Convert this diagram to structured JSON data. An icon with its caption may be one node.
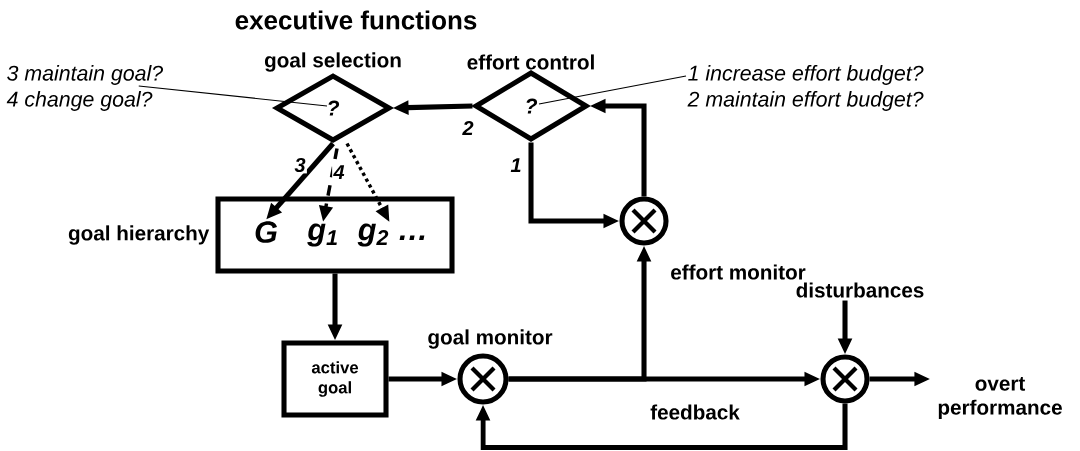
{
  "diagram": {
    "title": "executive functions",
    "nodes": [
      {
        "text": [
          "goal selection",
          "?"
        ]
      },
      {
        "text": [
          "effort control",
          "?"
        ]
      },
      {
        "text": [
          "goal hierarchy"
        ]
      },
      {
        "text": [
          "G"
        ],
        "in": 2
      },
      {
        "text": [
          "g$_{1}$"
        ],
        "in": 2
      },
      {
        "text": [
          "g$_{2}$ …"
        ],
        "in": 2
      },
      {
        "text": [
          "active goal"
        ]
      },
      {
        "text": [
          "goal monitor"
        ]
      },
      {
        "text": [
          "effort monitor"
        ]
      },
      {
        "text": [],
        "shape": "circle"
      },
      {
        "text": [
          "disturbances"
        ]
      },
      {
        "text": [
          "overt performance"
        ]
      },
      {
        "text": [
          "3 maintain goal?",
          "4 change goal?"
        ]
      },
      {
        "text": [
          "1 increase effort budget?",
          "2 maintain effort budget?"
        ]
      }
    ],
    "edges": [
      {
        "from": 1,
        "to": 0,
        "arrow": "to",
        "label": "2"
      },
      {
        "from": 1,
        "to": 8,
        "arrow": "to",
        "label": "1"
      },
      {
        "from": 8,
        "to": 1,
        "arrow": "to"
      },
      {
        "from": 0,
        "to": 3,
        "arrow": "to",
        "label": "3"
      },
      {
        "from": 0,
        "to": 4,
        "arrow": "to",
        "label": "4",
        "style": "dashed"
      },
      {
        "from": 0,
        "to": 5,
        "arrow": "to",
        "style": "dashed"
      },
      {
        "from": 2,
        "to": 6,
        "arrow": "to"
      },
      {
        "from": 6,
        "to": 7,
        "arrow": "to"
      },
      {
        "from": 7,
        "to": 8,
        "arrow": "to"
      },
      {
        "from": 7,
        "to": 9,
        "arrow": "to"
      },
      {
        "from": 10,
        "to": 9,
        "arrow": "to"
      },
      {
        "from": 9,
        "to": 11,
        "arrow": "to"
      },
      {
        "from": 9,
        "to": 7,
        "arrow": "to",
        "label": "feedback"
      },
      {
        "from": 12,
        "to": 0,
        "arrow": "none"
      },
      {
        "from": 13,
        "to": 1,
        "arrow": "none"
      }
    ]
  }
}
